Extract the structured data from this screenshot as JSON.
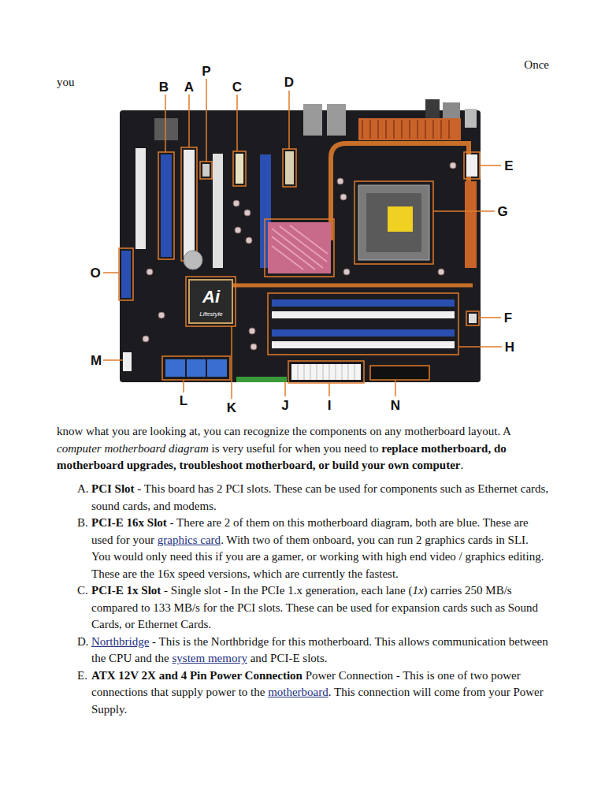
{
  "diagram": {
    "labels": [
      "Once",
      "you",
      "P",
      "B",
      "A",
      "C",
      "D",
      "E",
      "G",
      "O",
      "Ai",
      "Lifestyle",
      "F",
      "M",
      "H",
      "L",
      "K",
      "J",
      "I",
      "N",
      "know what you are looking at, you can recognize the components on any motherboard layout. A",
      "computer motherboard diagram",
      "is very useful for when you need to",
      "replace motherboard, do motherboard upgrades, troubleshoot motherboard, or build your own computer",
      ".",
      "A.",
      "PCI Slot",
      "- This board has 2 PCI slots. These can be used for components such as Ethernet cards, sound cards, and modems.",
      "B.",
      "PCI-E 16x Slot",
      "- There are 2 of them on this motherboard diagram, both are blue. These are used for your",
      "graphics card",
      ". With two of them onboard, you can run 2 graphics cards in SLI. You would only need this if you are a gamer, or working with high end video / graphics editing. These are the 16x speed versions, which are currently the fastest.",
      "C.",
      "PCI-E 1x Slot",
      "- Single slot - In the PCIe 1.x generation, each lane (",
      "1x",
      ") carries 250 MB/s compared to 133 MB/s for the PCI slots. These can be used for expansion cards such as Sound Cards, or Ethernet Cards.",
      "D.",
      "Northbridge",
      "- This is the Northbridge for this motherboard. This allows communication between the CPU and the",
      "system memory",
      "and PCI-E slots.",
      "E.",
      "ATX 12V 2X and 4 Pin Power Connection",
      "Power Connection - This is one of two power connections that supply power to the",
      "motherboard",
      ". This connection will come from your Power Supply."
    ]
  }
}
